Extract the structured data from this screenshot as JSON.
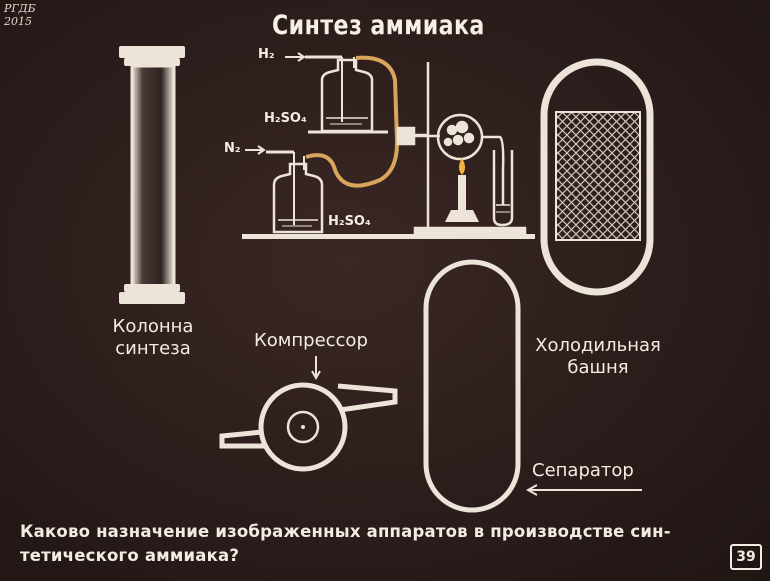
{
  "watermark": {
    "line1": "РГДБ",
    "line2": "2015"
  },
  "title": "Синтез аммиака",
  "apparatus": {
    "h2": "H₂",
    "n2": "N₂",
    "h2so4_top": "H₂SO₄",
    "h2so4_bottom": "H₂SO₄"
  },
  "labels": {
    "column_line1": "Колонна",
    "column_line2": "синтеза",
    "compressor": "Компрессор",
    "tower_line1": "Холодильная",
    "tower_line2": "башня",
    "separator": "Сепаратор"
  },
  "question": "Каково назначение изображенных аппаратов в производстве син-тетического аммиака?",
  "page_number": "39",
  "colors": {
    "background": "#2b1d1b",
    "line": "#f3ece2",
    "rubber_tube": "#d9a55a",
    "flame": "#f0b53a"
  },
  "icons": {
    "flow_arrow": "arrow-icon",
    "burner_flame": "flame-icon"
  }
}
